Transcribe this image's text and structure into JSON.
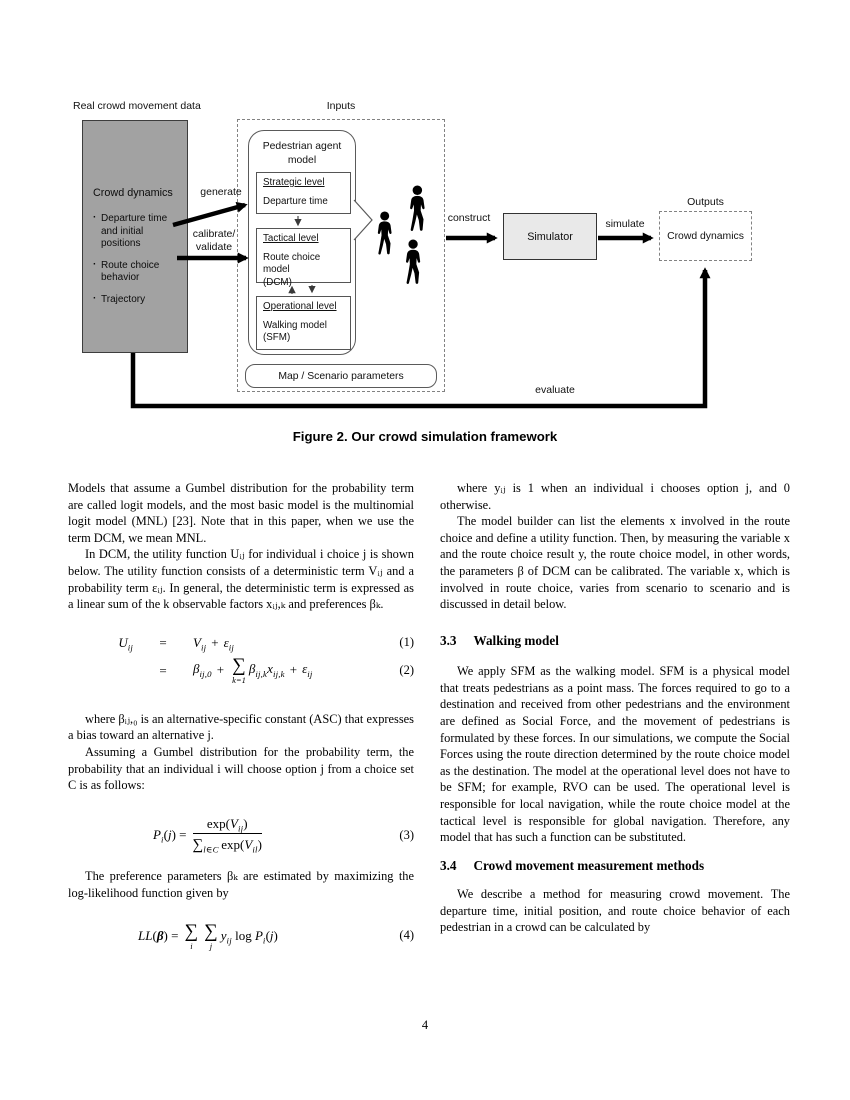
{
  "figure": {
    "labels": {
      "real_data": "Real crowd movement data",
      "inputs": "Inputs",
      "outputs": "Outputs",
      "generate": "generate",
      "calibrate": "calibrate/",
      "validate": "validate",
      "construct": "construct",
      "simulate": "simulate",
      "evaluate": "evaluate"
    },
    "crowd_data_box": {
      "title": "Crowd dynamics",
      "bullets": [
        "Departure time and initial positions",
        "Route choice behavior",
        "Trajectory"
      ]
    },
    "agent_model": {
      "title": "Pedestrian agent model",
      "strategic": {
        "heading": "Strategic level",
        "line1": "Departure time"
      },
      "tactical": {
        "heading": "Tactical level",
        "line1": "Route choice model",
        "line2": "(DCM)"
      },
      "operational": {
        "heading": "Operational level",
        "line1": "Walking model",
        "line2": "(SFM)"
      }
    },
    "map_box_label": "Map / Scenario parameters",
    "simulator_label": "Simulator",
    "output_box_label": "Crowd dynamics",
    "colors": {
      "crowd_box_fill": "#a2a2a2",
      "simulator_fill": "#e9e9e9"
    }
  },
  "caption": "Figure 2. Our crowd simulation framework",
  "body": {
    "left": {
      "para1": "Models that assume a Gumbel distribution for the probability term are called logit models, and the most basic model is the multinomial logit model (MNL) [23]. Note that in this paper, when we use the term DCM, we mean MNL.",
      "para2": "In DCM, the utility function Uᵢⱼ for individual i choice j is shown below. The utility function consists of a deterministic term Vᵢⱼ and a probability term εᵢⱼ. In general, the deterministic term is expressed as a linear sum of the k observable factors xᵢⱼ,ₖ and preferences βₖ.",
      "para3": "where βᵢⱼ,₀ is an alternative-specific constant (ASC) that expresses a bias toward an alternative j.",
      "para4": "Assuming a Gumbel distribution for the probability term, the probability that an individual i will choose option j from a choice set C is as follows:",
      "para5": "The preference parameters βₖ are estimated by maximizing the log-likelihood function given by"
    },
    "right": {
      "para1": "where yᵢⱼ is 1 when an individual i chooses option j, and 0 otherwise.",
      "para2": "The model builder can list the elements x involved in the route choice and define a utility function. Then, by measuring the variable x and the route choice result y, the route choice model, in other words, the parameters β of DCM can be calibrated. The variable x, which is involved in route choice, varies from scenario to scenario and is discussed in detail below.",
      "heading33": {
        "number": "3.3",
        "title": "Walking model"
      },
      "para3": "We apply SFM as the walking model. SFM is a physical model that treats pedestrians as a point mass. The forces required to go to a destination and received from other pedestrians and the environment are defined as Social Force, and the movement of pedestrians is formulated by these forces. In our simulations, we compute the Social Forces using the route direction determined by the route choice model as the destination. The model at the operational level does not have to be SFM; for example, RVO can be used. The operational level is responsible for local navigation, while the route choice model at the tactical level is responsible for global navigation. Therefore, any model that has such a function can be substituted.",
      "heading34": {
        "number": "3.4",
        "title": "Crowd movement measurement methods"
      },
      "para4": "We describe a method for measuring crowd movement. The departure time, initial position, and route choice behavior of each pedestrian in a crowd can be calculated by"
    }
  },
  "equations": {
    "eq1": {
      "lhs": "U",
      "lhs_sub": "ij",
      "rel": "=",
      "t1": "V",
      "t1_sub": "ij",
      "plus": "+",
      "t2": "ε",
      "t2_sub": "ij",
      "number": "(1)"
    },
    "eq2": {
      "rel": "=",
      "t1": "β",
      "t1_sub": "ij,0",
      "plus1": "+",
      "sigma": "∑",
      "lower": "k=1",
      "t2": "β",
      "t2_sub": "ij,k",
      "t3": "x",
      "t3_sub": "ij,k",
      "plus2": "+",
      "t4": "ε",
      "t4_sub": "ij",
      "number": "(2)"
    },
    "eq3": {
      "lhs": "P",
      "lhs_sub": "i",
      "open": "(",
      "var": "j",
      "close": ")",
      "rel": "=",
      "num_pre": "exp(",
      "num_v": "V",
      "num_sub": "ij",
      "num_post": ")",
      "den_sigma": "∑",
      "den_sigma_sub": "l∈C",
      "den_pre": "exp(",
      "den_v": "V",
      "den_sub": "il",
      "den_post": ")",
      "number": "(3)"
    },
    "eq4": {
      "fn": "LL",
      "open": "(",
      "beta": "β",
      "close": ")",
      "rel": "=",
      "sigma1": "∑",
      "lower1": "i",
      "sigma2": "∑",
      "lower2": "j",
      "t1": "y",
      "t1_sub": "ij",
      "log": "log",
      "t2": "P",
      "t2_sub": "i",
      "open2": "(",
      "var2": "j",
      "close2": ")",
      "number": "(4)"
    }
  },
  "page_number": "4"
}
